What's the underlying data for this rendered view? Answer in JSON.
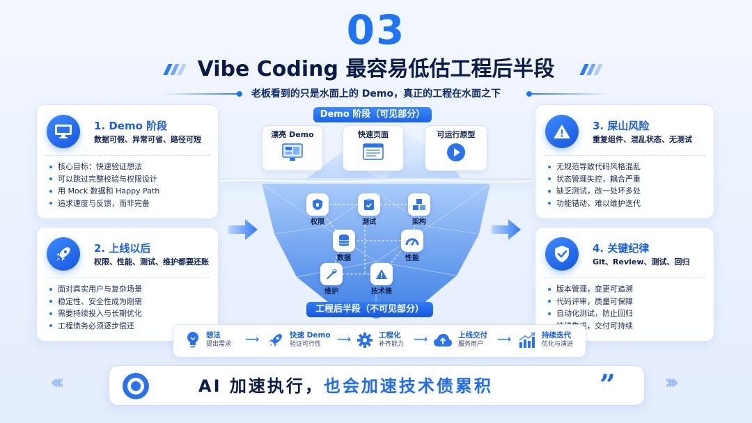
{
  "header": {
    "number": "03",
    "title": "Vibe Coding 最容易低估工程后半段",
    "subtitle": "老板看到的只是水面上的 Demo，真正的工程在水面之下"
  },
  "cards": {
    "demo_stage": {
      "icon": "monitor-icon",
      "title": "1. Demo 阶段",
      "subtitle": "数据可假、异常可省、路径可短",
      "bullets": [
        "核心目标：快速验证想法",
        "可以跳过完整校验与权限设计",
        "用 Mock 数据和 Happy Path",
        "追求速度与反馈，而非完备"
      ]
    },
    "after_launch": {
      "icon": "rocket-icon",
      "title": "2. 上线以后",
      "subtitle": "权限、性能、测试、维护都要还账",
      "bullets": [
        "面对真实用户与复杂场景",
        "稳定性、安全性成为刚需",
        "需要持续投入与长期优化",
        "工程债务必须逐步偿还"
      ]
    },
    "mess_risk": {
      "icon": "warning-icon",
      "title": "3. 屎山风险",
      "subtitle": "重复组件、混乱状态、无测试",
      "bullets": [
        "无规范导致代码风格混乱",
        "状态管理失控，耦合严重",
        "缺乏测试，改一处坏多处",
        "功能错动，难以维护迭代"
      ]
    },
    "key_discipline": {
      "icon": "shield-check-icon",
      "title": "4. 关键纪律",
      "subtitle": "Git、Review、测试、回归",
      "bullets": [
        "版本管理，变更可追溯",
        "代码评审，质量可保障",
        "自动化测试，防止回归",
        "持续集成，交付可持续"
      ]
    }
  },
  "iceberg": {
    "top_label": "Demo 阶段（可见部分）",
    "visible_items": [
      {
        "label": "漂亮 Demo",
        "icon": "dashboard-icon"
      },
      {
        "label": "快速页面",
        "icon": "webpage-icon"
      },
      {
        "label": "可运行原型",
        "icon": "play-icon"
      }
    ],
    "hidden_items": [
      {
        "label": "权限",
        "icon": "lock-icon"
      },
      {
        "label": "测试",
        "icon": "clipboard-check-icon"
      },
      {
        "label": "架构",
        "icon": "cubes-icon"
      },
      {
        "label": "数据",
        "icon": "database-icon"
      },
      {
        "label": "性能",
        "icon": "gauge-icon"
      },
      {
        "label": "维护",
        "icon": "wrench-icon"
      },
      {
        "label": "技术债",
        "icon": "warning-icon"
      }
    ],
    "bottom_label": "工程后半段（不可见部分）"
  },
  "flow": [
    {
      "title": "想法",
      "sub": "提出需求",
      "icon": "lightbulb-icon"
    },
    {
      "title": "快速 Demo",
      "sub": "验证可行性",
      "icon": "rocket-icon"
    },
    {
      "title": "工程化",
      "sub": "补齐能力",
      "icon": "gear-icon"
    },
    {
      "title": "上线交付",
      "sub": "服务用户",
      "icon": "cloud-upload-icon"
    },
    {
      "title": "持续迭代",
      "sub": "优化与演进",
      "icon": "bar-chart-icon"
    }
  ],
  "banner": {
    "text_dark": "AI 加速执行，",
    "text_blue": "也会加速技术债累积",
    "icon": "target-icon",
    "quote_icon": "quote-icon"
  },
  "colors": {
    "accent": "#1f73f5",
    "title": "#0b1b49",
    "water": "#8fc0f8"
  }
}
